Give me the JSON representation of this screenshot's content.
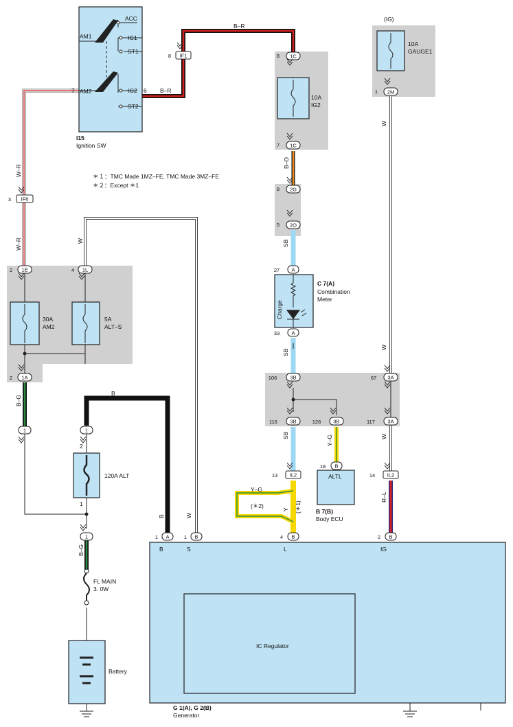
{
  "colors": {
    "component_fill": "#bfe3f5",
    "junction_gray": "#d0d0d0",
    "wire_red": "#d42020",
    "wire_black": "#111111",
    "wire_orange": "#f08c1c",
    "wire_sky_blue": "#9fd8f2",
    "wire_yellow": "#f5d800",
    "wire_green": "#2c8a3c"
  },
  "footnotes": {
    "note1": "＊１：TMC Made 1MZ–FE,  TMC Made 3MZ–FE",
    "note2": "＊２：Except ＊1"
  },
  "ignition_switch": {
    "id": "I15",
    "name": "Ignition SW",
    "terminals": {
      "acc": "ACC",
      "ig1": "IG1",
      "st1": "ST1",
      "am1": "AM1",
      "am2": "AM2",
      "ig2": "IG2",
      "st2": "ST2"
    },
    "pin_am2": "7",
    "pin_ig2": "6"
  },
  "fuses": {
    "ig_label": "(IG)",
    "gauge1": {
      "rating": "10A",
      "name": "GAUGE1"
    },
    "ig2": {
      "rating": "10A",
      "name": "IG2"
    },
    "am2": {
      "rating": "30A",
      "name": "AM2"
    },
    "alts": {
      "rating": "5A",
      "name": "ALT–S"
    },
    "alt": {
      "rating": "120A",
      "name": "ALT"
    },
    "fl_main": {
      "line1": "FL MAIN",
      "line2": "3. 0W"
    }
  },
  "connectors": {
    "if1": "IF1",
    "if1_pin": "8",
    "if6": "IF6",
    "if6_pin": "3",
    "c1c_top": "1C",
    "c1c_top_pin": "8",
    "c1c_bot": "1C",
    "c1c_bot_pin": "7",
    "c2g": "2G",
    "c2g_pin": "8",
    "c2o": "2O",
    "c2o_pin": "5",
    "c2m": "2M",
    "c2m_pin": "1",
    "c1e": "1E",
    "c1e_pin": "2",
    "c1l": "1L",
    "c1l_pin": "4",
    "c1a": "1A",
    "c1a_pin": "2",
    "c3b_top": "3B",
    "c3b_top_pin": "106",
    "c3a_top": "3A",
    "c3a_top_pin": "67",
    "c3b_l": "3B",
    "c3b_l_pin": "116",
    "c3b_r": "3B",
    "c3b_r_pin": "126",
    "c3a_bot": "3A",
    "c3a_bot_pin": "117",
    "il2_l": "IL2",
    "il2_l_pin": "13",
    "il2_r": "IL2",
    "il2_r_pin": "14",
    "one": "1",
    "alt_fuse_top_pin": "2",
    "alt_fuse_bot_pin": "1",
    "letter_a": "A",
    "letter_b": "B",
    "meter_pin_top": "27",
    "meter_pin_bot": "33",
    "ecu_pin": "18",
    "gen_pin_b": "1",
    "gen_pin_s": "1",
    "gen_pin_l": "4",
    "gen_pin_ig": "2"
  },
  "wire_codes": {
    "br": "B–R",
    "wr": "W–R",
    "w": "W",
    "bo": "B–O",
    "sb": "SB",
    "bg": "B–G",
    "b": "B",
    "yg": "Y–G",
    "y": "Y",
    "rl": "R–L",
    "star1": "(＊1)",
    "star2": "(＊2)"
  },
  "combination_meter": {
    "id": "C 7(A)",
    "line1": "Combination",
    "line2": "Meter",
    "charge": "Charge"
  },
  "body_ecu": {
    "id": "B 7(B)",
    "name": "Body ECU",
    "terminal": "ALTL"
  },
  "generator": {
    "id": "G 1(A), G 2(B)",
    "name": "Generator",
    "terminals": {
      "b": "B",
      "s": "S",
      "l": "L",
      "ig": "IG"
    },
    "regulator": "IC Regulator"
  },
  "battery": {
    "name": "Battery"
  }
}
